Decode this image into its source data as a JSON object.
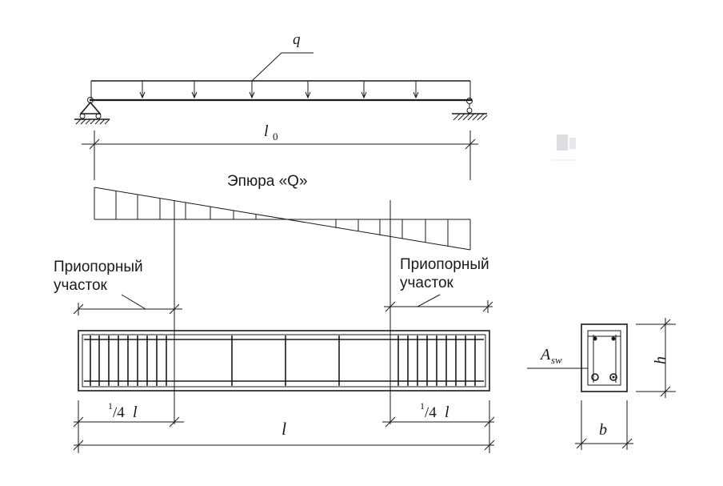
{
  "labels": {
    "load": "q",
    "span_l0": "l",
    "span_l0_sub": "0",
    "shear_title": "Эпюра «Q»",
    "support_zone_left_1": "Приопорный",
    "support_zone_left_2": "участок",
    "support_zone_right_1": "Приопорный",
    "support_zone_right_2": "участок",
    "quarter_left_num": "1",
    "quarter_left_rest": "/4",
    "quarter_left_l": "l",
    "quarter_right_num": "1",
    "quarter_right_rest": "/4",
    "quarter_right_l": "l",
    "span_l": "l",
    "asw": "A",
    "asw_sub": "sw",
    "height": "h",
    "width": "b"
  }
}
